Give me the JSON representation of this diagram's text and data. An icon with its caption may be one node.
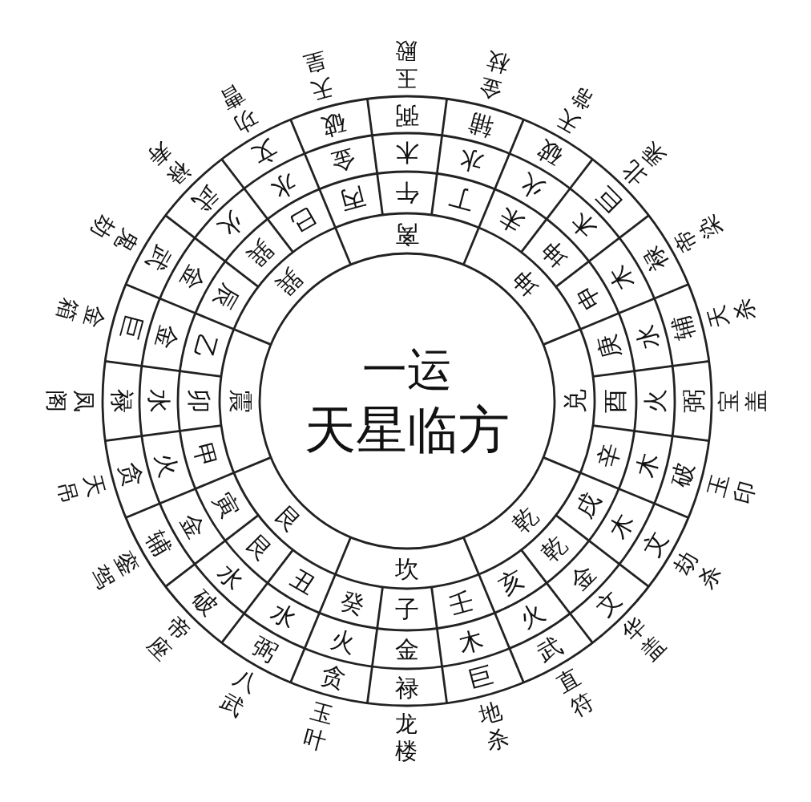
{
  "diagram": {
    "nodes": [
      {
        "text": [
          "一运",
          "天星临方"
        ]
      },
      {
        "text": [
          "离"
        ]
      },
      {
        "text": [
          "坤"
        ]
      },
      {
        "text": [
          "兑"
        ]
      },
      {
        "text": [
          "乾"
        ]
      },
      {
        "text": [
          "坎"
        ]
      },
      {
        "text": [
          "艮"
        ]
      },
      {
        "text": [
          "震"
        ]
      },
      {
        "text": [
          "巽"
        ]
      },
      {
        "text": [
          "午"
        ]
      },
      {
        "text": [
          "丁"
        ]
      },
      {
        "text": [
          "未"
        ]
      },
      {
        "text": [
          "坤"
        ]
      },
      {
        "text": [
          "申"
        ]
      },
      {
        "text": [
          "庚"
        ]
      },
      {
        "text": [
          "酉"
        ]
      },
      {
        "text": [
          "辛"
        ]
      },
      {
        "text": [
          "戌"
        ]
      },
      {
        "text": [
          "乾"
        ]
      },
      {
        "text": [
          "亥"
        ]
      },
      {
        "text": [
          "壬"
        ]
      },
      {
        "text": [
          "子"
        ]
      },
      {
        "text": [
          "癸"
        ]
      },
      {
        "text": [
          "丑"
        ]
      },
      {
        "text": [
          "艮"
        ]
      },
      {
        "text": [
          "寅"
        ]
      },
      {
        "text": [
          "甲"
        ]
      },
      {
        "text": [
          "卯"
        ]
      },
      {
        "text": [
          "乙"
        ]
      },
      {
        "text": [
          "辰"
        ]
      },
      {
        "text": [
          "巽"
        ]
      },
      {
        "text": [
          "巳"
        ]
      },
      {
        "text": [
          "丙"
        ]
      },
      {
        "text": [
          "木"
        ]
      },
      {
        "text": [
          "水"
        ]
      },
      {
        "text": [
          "火"
        ]
      },
      {
        "text": [
          "木"
        ]
      },
      {
        "text": [
          "木"
        ]
      },
      {
        "text": [
          "水"
        ]
      },
      {
        "text": [
          "火"
        ]
      },
      {
        "text": [
          "木"
        ]
      },
      {
        "text": [
          "木"
        ]
      },
      {
        "text": [
          "金"
        ]
      },
      {
        "text": [
          "火"
        ]
      },
      {
        "text": [
          "木"
        ]
      },
      {
        "text": [
          "金"
        ]
      },
      {
        "text": [
          "火"
        ]
      },
      {
        "text": [
          "水"
        ]
      },
      {
        "text": [
          "水"
        ]
      },
      {
        "text": [
          "金"
        ]
      },
      {
        "text": [
          "火"
        ]
      },
      {
        "text": [
          "水"
        ]
      },
      {
        "text": [
          "金"
        ]
      },
      {
        "text": [
          "金"
        ]
      },
      {
        "text": [
          "火"
        ]
      },
      {
        "text": [
          "水"
        ]
      },
      {
        "text": [
          "金"
        ]
      },
      {
        "text": [
          "弼"
        ]
      },
      {
        "text": [
          "辅"
        ]
      },
      {
        "text": [
          "破"
        ]
      },
      {
        "text": [
          "巨"
        ]
      },
      {
        "text": [
          "禄"
        ]
      },
      {
        "text": [
          "辅"
        ]
      },
      {
        "text": [
          "弼"
        ]
      },
      {
        "text": [
          "破"
        ]
      },
      {
        "text": [
          "文"
        ]
      },
      {
        "text": [
          "文"
        ]
      },
      {
        "text": [
          "武"
        ]
      },
      {
        "text": [
          "巨"
        ]
      },
      {
        "text": [
          "禄"
        ]
      },
      {
        "text": [
          "贪"
        ]
      },
      {
        "text": [
          "弼"
        ]
      },
      {
        "text": [
          "破"
        ]
      },
      {
        "text": [
          "辅"
        ]
      },
      {
        "text": [
          "贪"
        ]
      },
      {
        "text": [
          "禄"
        ]
      },
      {
        "text": [
          "巨"
        ]
      },
      {
        "text": [
          "武"
        ]
      },
      {
        "text": [
          "武"
        ]
      },
      {
        "text": [
          "文"
        ]
      },
      {
        "text": [
          "破"
        ]
      }
    ],
    "labels": [
      "玉殿",
      "金枝",
      "天常",
      "北乘",
      "帝染",
      "天杀",
      "宝盖",
      "玉印",
      "劫杀",
      "华盖",
      "直符",
      "地杀",
      "龙楼",
      "玉叶",
      "八武",
      "帝座",
      "銮驾",
      "天吊",
      "凤阁",
      "金箱",
      "鬼劫",
      "禄寿",
      "功曹",
      "天皇"
    ]
  }
}
